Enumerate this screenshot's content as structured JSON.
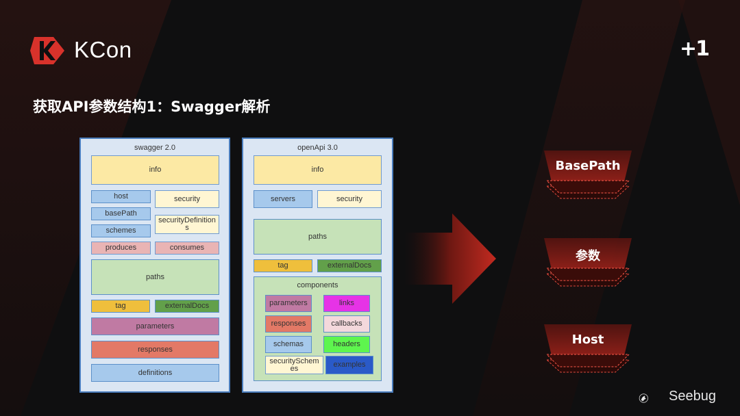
{
  "header": {
    "brand": "KCon",
    "badge": "+1",
    "title": "获取API参数结构1：Swagger解析"
  },
  "swagger": {
    "title": "swagger 2.0",
    "info": "info",
    "host": "host",
    "security": "security",
    "basePath": "basePath",
    "securityDefinitions": "securityDefinition\ns",
    "schemes": "schemes",
    "produces": "produces",
    "consumes": "consumes",
    "paths": "paths",
    "tag": "tag",
    "externalDocs": "externalDocs",
    "parameters": "parameters",
    "responses": "responses",
    "definitions": "definitions"
  },
  "openapi": {
    "title": "openApi 3.0",
    "info": "info",
    "servers": "servers",
    "security": "security",
    "paths": "paths",
    "tag": "tag",
    "externalDocs": "externalDocs",
    "components": {
      "label": "components",
      "parameters": "parameters",
      "links": "links",
      "responses": "responses",
      "callbacks": "callbacks",
      "schemas": "schemas",
      "headers": "headers",
      "securitySchemes": "securitySchem\nes",
      "examples": "examples"
    }
  },
  "results": [
    "BasePath",
    "参数",
    "Host"
  ],
  "footer": {
    "seebug": "Seebug"
  },
  "colors": {
    "accent": "#d8322b",
    "background": "#0f0f10",
    "panel_border": "#4a7dbd"
  }
}
